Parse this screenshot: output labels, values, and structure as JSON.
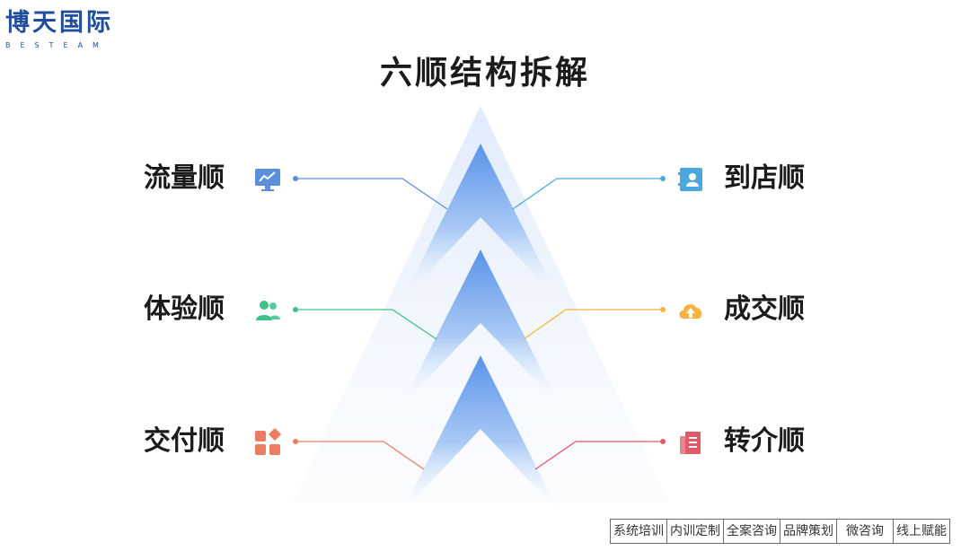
{
  "logo": {
    "name_cn": "博天国际",
    "name_en": "BESTEAM"
  },
  "title": "六顺结构拆解",
  "left_items": [
    {
      "label": "流量顺",
      "icon": "trend-monitor-icon",
      "color": "#5b8fdc"
    },
    {
      "label": "体验顺",
      "icon": "users-icon",
      "color": "#3fbf8a"
    },
    {
      "label": "交付顺",
      "icon": "grid-blocks-icon",
      "color": "#ec7d62"
    }
  ],
  "right_items": [
    {
      "label": "到店顺",
      "icon": "contact-card-icon",
      "color": "#4aa8de"
    },
    {
      "label": "成交顺",
      "icon": "cloud-upload-icon",
      "color": "#f5b440"
    },
    {
      "label": "转介顺",
      "icon": "document-stack-icon",
      "color": "#e25a6a"
    }
  ],
  "services": [
    "系统培训",
    "内训定制",
    "全案咨询",
    "品牌策划",
    "微咨询",
    "线上赋能"
  ]
}
